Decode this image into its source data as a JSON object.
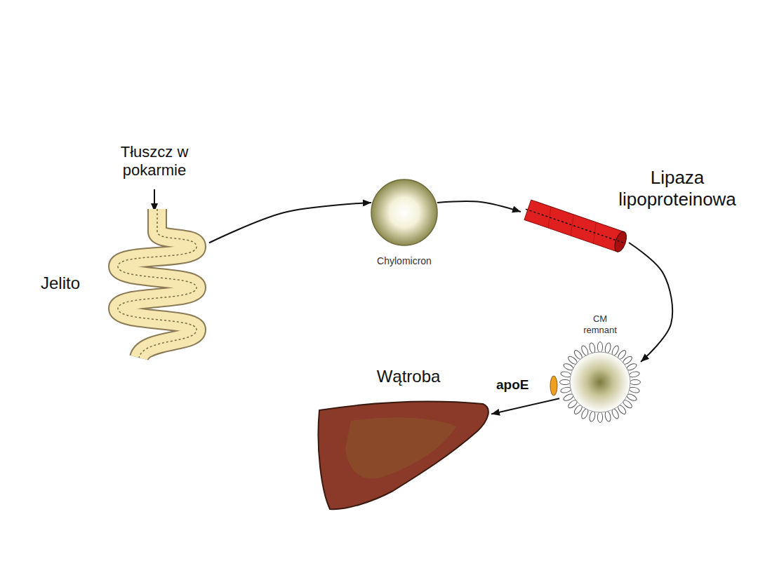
{
  "diagram": {
    "nodes": [
      {
        "text": [
          "Jelito"
        ]
      },
      {
        "text": [
          "Chylomicron"
        ]
      },
      {
        "text": [
          "Lipaza lipoproteinowa"
        ]
      },
      {
        "text": [
          "CM remnant"
        ]
      },
      {
        "text": [
          "Wątroba"
        ]
      }
    ],
    "edges": [
      {
        "from": 0,
        "to": 1,
        "arrow": "to"
      },
      {
        "from": 1,
        "to": 2,
        "arrow": "to"
      },
      {
        "from": 2,
        "to": 3,
        "arrow": "to"
      },
      {
        "from": 3,
        "to": 4,
        "arrow": "to"
      }
    ],
    "labels": [
      "Tłuszcz w pokarmie",
      "apoE"
    ]
  }
}
